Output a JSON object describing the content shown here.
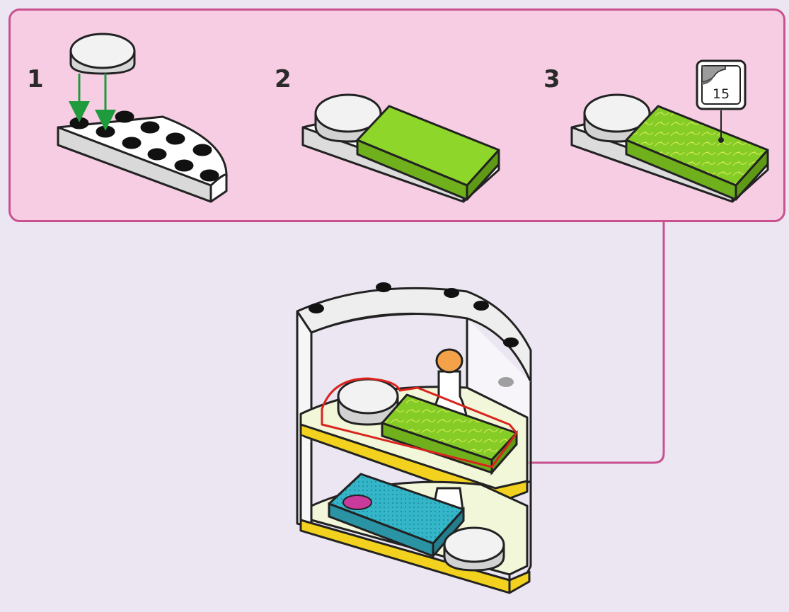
{
  "steps": [
    {
      "number": "1"
    },
    {
      "number": "2"
    },
    {
      "number": "3"
    }
  ],
  "sticker": {
    "number": "15"
  },
  "colors": {
    "panel_fill": "#f7cde3",
    "panel_border": "#c9518f",
    "arrow_green": "#1f9a3c",
    "tile_lime": "#8fd62a",
    "tile_teal": "#34b6c8",
    "frame_yellow": "#f2d21e",
    "highlight_red": "#d9241e",
    "callout_magenta": "#c9518f"
  }
}
